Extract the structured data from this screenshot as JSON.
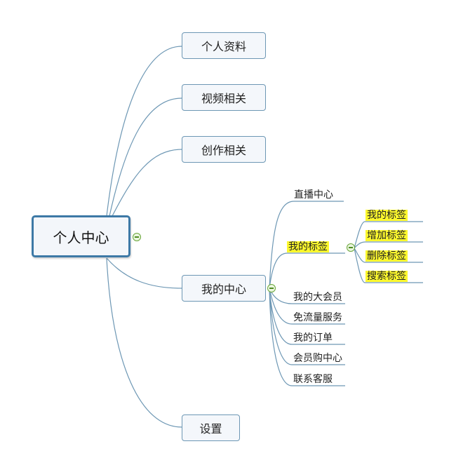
{
  "root": {
    "label": "个人中心"
  },
  "branches": {
    "profile": "个人资料",
    "video": "视频相关",
    "creation": "创作相关",
    "my_center": "我的中心",
    "settings": "设置"
  },
  "my_center_children": {
    "live": "直播中心",
    "my_tags": "我的标签",
    "vip": "我的大会员",
    "free_data": "免流量服务",
    "orders": "我的订单",
    "member_shop": "会员购中心",
    "support": "联系客服"
  },
  "tag_children": [
    "我的标签",
    "增加标签",
    "删除标签",
    "搜索标签"
  ],
  "colors": {
    "line": "#6d97b4",
    "root_border": "#3d79a6",
    "highlight": "#fcf82d",
    "toggle": "#6aa63a"
  }
}
